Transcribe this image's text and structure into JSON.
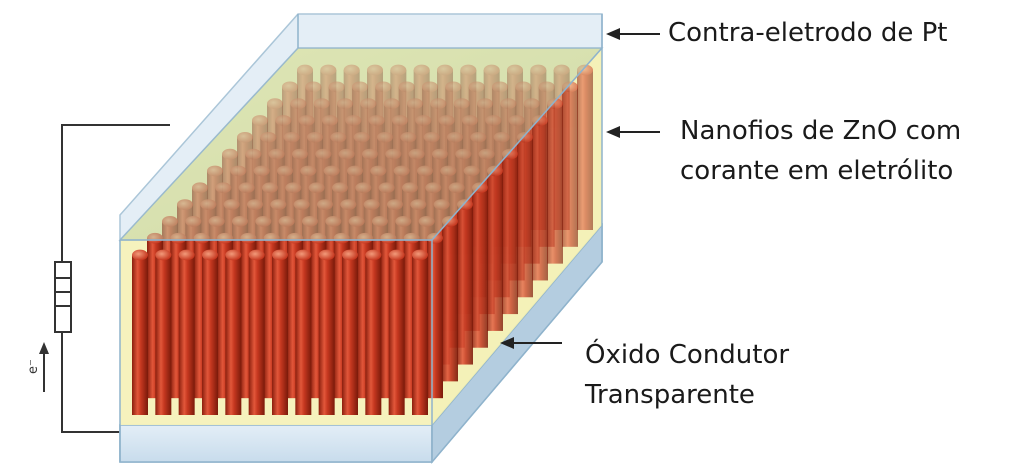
{
  "labels": {
    "counter_electrode": "Contra-eletrodo de Pt",
    "nanowires_line1": "Nanofios de ZnO com",
    "nanowires_line2": "corante em eletrólito",
    "tco_line1": "Óxido Condutor",
    "tco_line2": "Transparente",
    "electron": "e⁻"
  },
  "colors": {
    "glass": "#cfe3f2",
    "glass_edge": "#8fb3cc",
    "electrolyte": "#f3f0b0",
    "nanowire": "#c63820",
    "nanowire_highlight": "#f07a55",
    "nanowire_shadow": "#8a1f0e",
    "top_tint": "#b7cfa0",
    "wire": "#333333"
  },
  "icons": {
    "load": "resistor-icon",
    "electron_flow": "arrow-up-icon"
  }
}
